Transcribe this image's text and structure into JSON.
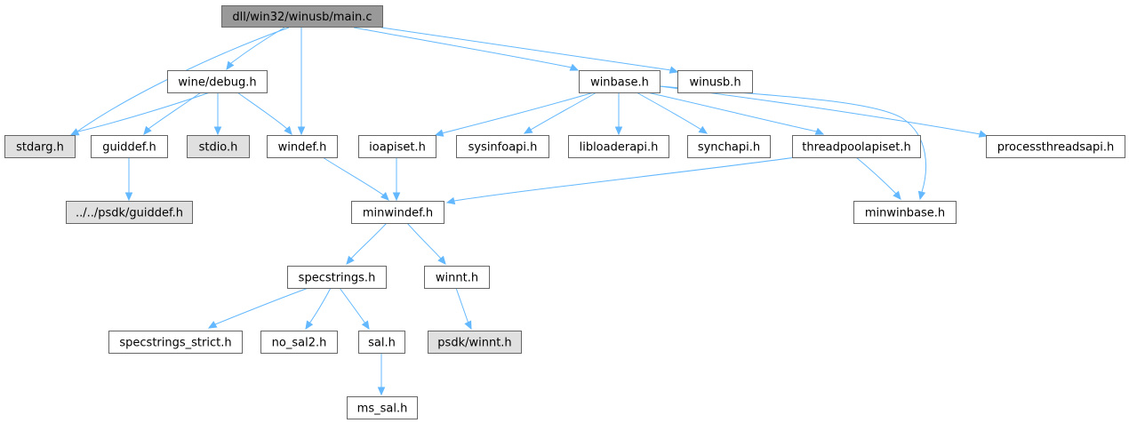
{
  "graph": {
    "colors": {
      "edge": "#63b8ff",
      "root_fill": "#999999",
      "normal_fill": "#ffffff",
      "external_fill": "#e0e0e0",
      "border": "#666666"
    },
    "nodes": [
      {
        "id": "main_c",
        "label": "dll/win32/winusb/main.c",
        "style": "root"
      },
      {
        "id": "stdarg_h",
        "label": "stdarg.h",
        "style": "external"
      },
      {
        "id": "wine_debug_h",
        "label": "wine/debug.h",
        "style": "normal"
      },
      {
        "id": "windef_h",
        "label": "windef.h",
        "style": "normal"
      },
      {
        "id": "winbase_h",
        "label": "winbase.h",
        "style": "normal"
      },
      {
        "id": "winusb_h",
        "label": "winusb.h",
        "style": "normal"
      },
      {
        "id": "guiddef_h",
        "label": "guiddef.h",
        "style": "normal"
      },
      {
        "id": "stdio_h",
        "label": "stdio.h",
        "style": "external"
      },
      {
        "id": "psdk_guiddef_h",
        "label": "../../psdk/guiddef.h",
        "style": "external"
      },
      {
        "id": "minwindef_h",
        "label": "minwindef.h",
        "style": "normal"
      },
      {
        "id": "specstrings_h",
        "label": "specstrings.h",
        "style": "normal"
      },
      {
        "id": "winnt_h",
        "label": "winnt.h",
        "style": "normal"
      },
      {
        "id": "specstrings_strict_h",
        "label": "specstrings_strict.h",
        "style": "normal"
      },
      {
        "id": "no_sal2_h",
        "label": "no_sal2.h",
        "style": "normal"
      },
      {
        "id": "sal_h",
        "label": "sal.h",
        "style": "normal"
      },
      {
        "id": "ms_sal_h",
        "label": "ms_sal.h",
        "style": "normal"
      },
      {
        "id": "psdk_winnt_h",
        "label": "psdk/winnt.h",
        "style": "external"
      },
      {
        "id": "ioapiset_h",
        "label": "ioapiset.h",
        "style": "normal"
      },
      {
        "id": "sysinfoapi_h",
        "label": "sysinfoapi.h",
        "style": "normal"
      },
      {
        "id": "libloaderapi_h",
        "label": "libloaderapi.h",
        "style": "normal"
      },
      {
        "id": "synchapi_h",
        "label": "synchapi.h",
        "style": "normal"
      },
      {
        "id": "threadpoolapiset_h",
        "label": "threadpoolapiset.h",
        "style": "normal"
      },
      {
        "id": "processthreadsapi_h",
        "label": "processthreadsapi.h",
        "style": "normal"
      },
      {
        "id": "minwinbase_h",
        "label": "minwinbase.h",
        "style": "normal"
      }
    ],
    "edges": [
      {
        "from": "main_c",
        "to": "stdarg_h"
      },
      {
        "from": "main_c",
        "to": "wine_debug_h"
      },
      {
        "from": "main_c",
        "to": "windef_h"
      },
      {
        "from": "main_c",
        "to": "winbase_h"
      },
      {
        "from": "main_c",
        "to": "winusb_h"
      },
      {
        "from": "wine_debug_h",
        "to": "stdarg_h"
      },
      {
        "from": "wine_debug_h",
        "to": "guiddef_h"
      },
      {
        "from": "wine_debug_h",
        "to": "stdio_h"
      },
      {
        "from": "wine_debug_h",
        "to": "windef_h"
      },
      {
        "from": "guiddef_h",
        "to": "psdk_guiddef_h"
      },
      {
        "from": "windef_h",
        "to": "minwindef_h"
      },
      {
        "from": "minwindef_h",
        "to": "specstrings_h"
      },
      {
        "from": "minwindef_h",
        "to": "winnt_h"
      },
      {
        "from": "specstrings_h",
        "to": "specstrings_strict_h"
      },
      {
        "from": "specstrings_h",
        "to": "no_sal2_h"
      },
      {
        "from": "specstrings_h",
        "to": "sal_h"
      },
      {
        "from": "sal_h",
        "to": "ms_sal_h"
      },
      {
        "from": "winnt_h",
        "to": "psdk_winnt_h"
      },
      {
        "from": "winbase_h",
        "to": "ioapiset_h"
      },
      {
        "from": "winbase_h",
        "to": "sysinfoapi_h"
      },
      {
        "from": "winbase_h",
        "to": "libloaderapi_h"
      },
      {
        "from": "winbase_h",
        "to": "synchapi_h"
      },
      {
        "from": "winbase_h",
        "to": "threadpoolapiset_h"
      },
      {
        "from": "winbase_h",
        "to": "processthreadsapi_h"
      },
      {
        "from": "winbase_h",
        "to": "minwinbase_h"
      },
      {
        "from": "ioapiset_h",
        "to": "minwindef_h"
      },
      {
        "from": "threadpoolapiset_h",
        "to": "minwindef_h"
      },
      {
        "from": "threadpoolapiset_h",
        "to": "minwinbase_h"
      }
    ]
  }
}
